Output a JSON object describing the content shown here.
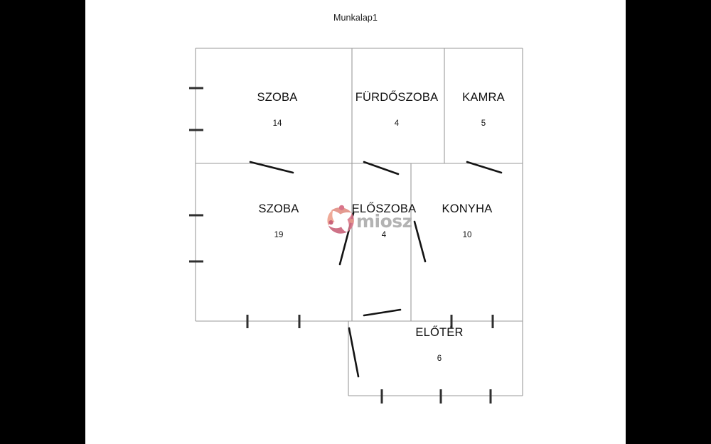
{
  "document": {
    "title": "Munkalap1",
    "background_color": "#000000",
    "sheet_color": "#ffffff"
  },
  "watermark": {
    "text": "miosz",
    "logo_name": "miosz-people-circle-logo",
    "text_color": "#b3b3b3",
    "logo_colors": [
      "#c9637a",
      "#e08a7d",
      "#d9748a",
      "#eda18d"
    ]
  },
  "floorplan": {
    "line_color": "#9a9a9a",
    "door_color": "#1a1a1a",
    "window_color": "#2a2a2a",
    "rooms": [
      {
        "name": "SZOBA",
        "area": "14"
      },
      {
        "name": "FÜRDŐSZOBA",
        "area": "4"
      },
      {
        "name": "KAMRA",
        "area": "5"
      },
      {
        "name": "SZOBA",
        "area": "19"
      },
      {
        "name": "ELŐSZOBA",
        "area": "4"
      },
      {
        "name": "KONYHA",
        "area": "10"
      },
      {
        "name": "ELŐTÉR",
        "area": "6"
      }
    ]
  }
}
